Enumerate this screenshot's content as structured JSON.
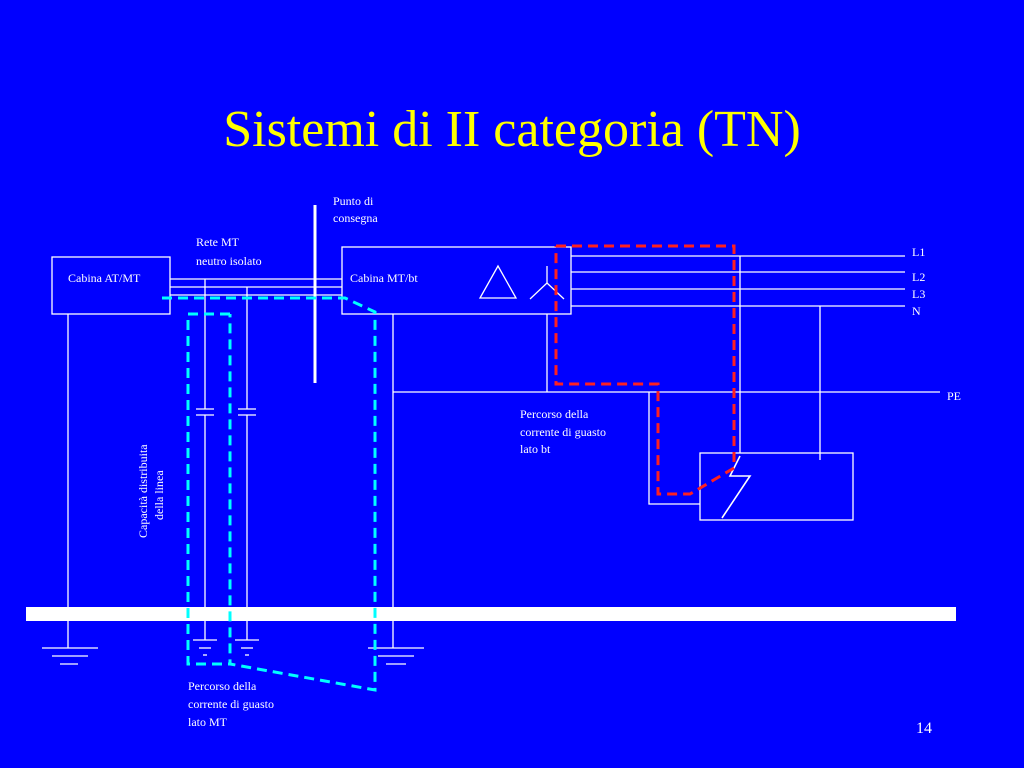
{
  "title": "Sistemi di II categoria (TN)",
  "page_number": "14",
  "labels": {
    "punto_line1": "Punto di",
    "punto_line2": "consegna",
    "rete_line1": "Rete MT",
    "rete_line2": "neutro isolato",
    "cabina_at": "Cabina AT/MT",
    "cabina_mt": "Cabina MT/bt",
    "l1": "L1",
    "l2": "L2",
    "l3": "L3",
    "n": "N",
    "pe": "PE",
    "bt_line1": "Percorso della",
    "bt_line2": "corrente di guasto",
    "bt_line3": "lato bt",
    "mt_line1": "Percorso della",
    "mt_line2": "corrente di guasto",
    "mt_line3": "lato MT",
    "cap_line1": "Capacità distribuita",
    "cap_line2": "della linea"
  },
  "colors": {
    "background": "#0000ff",
    "title": "#ffff00",
    "lines": "#ffffff",
    "fault_path_mt": "#00ffff",
    "fault_path_bt": "#ff2020"
  }
}
